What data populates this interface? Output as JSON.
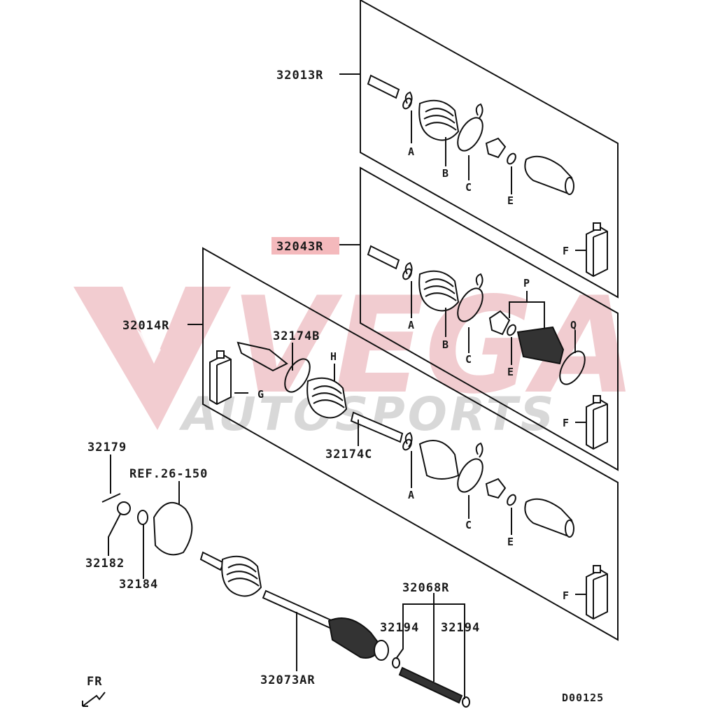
{
  "diagram": {
    "code": "D00125",
    "direction": "FR",
    "highlight_color": "#f4b9bc",
    "watermark": {
      "brand": "VEGA",
      "tagline": "AUTOSPORTS"
    },
    "parts": {
      "kit_outer": "32013R",
      "kit_inner": "32043R",
      "kit_full": "32014R",
      "ring_b": "32174B",
      "ring_c": "32174C",
      "pin": "32179",
      "hub_ref": "REF.26-150",
      "nut": "32182",
      "washer": "32184",
      "shaft": "32073AR",
      "stub_kit": "32068R",
      "circlip_left": "32194",
      "circlip_right": "32194"
    },
    "letters": {
      "p1": [
        "A",
        "B",
        "C",
        "E",
        "F"
      ],
      "p2": [
        "A",
        "B",
        "C",
        "E",
        "F",
        "P",
        "Q"
      ],
      "p3": [
        "A",
        "C",
        "E",
        "F",
        "G",
        "H"
      ]
    }
  }
}
